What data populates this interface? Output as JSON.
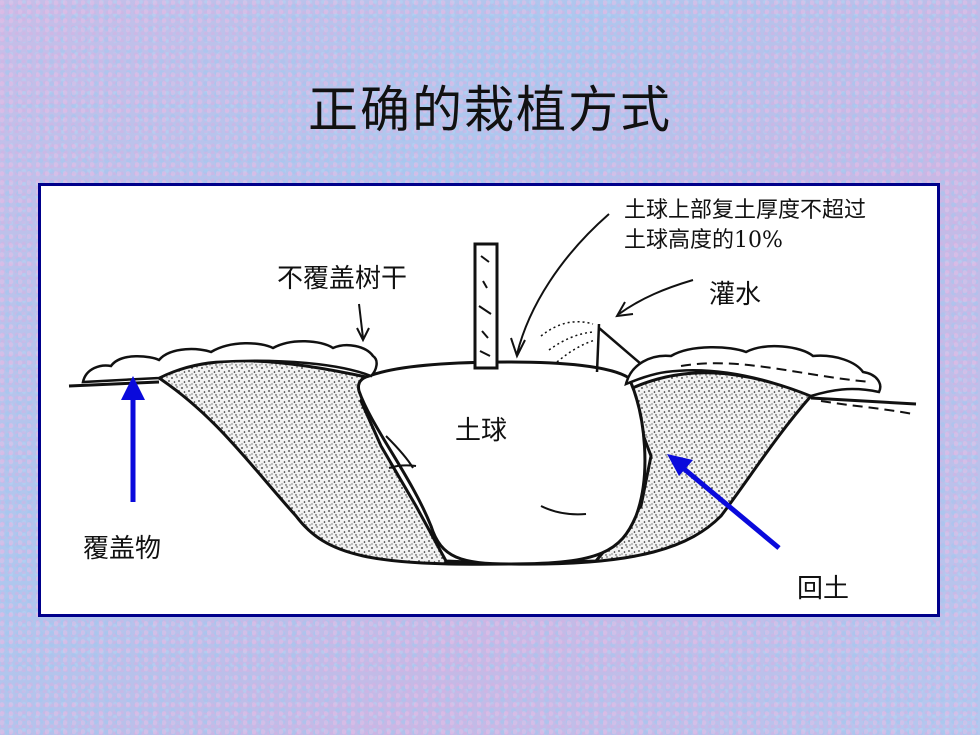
{
  "slide": {
    "title": "正确的栽植方式"
  },
  "diagram": {
    "labels": {
      "depth_line1": "土球上部复土厚度不超过",
      "depth_line2": "土球高度的10%",
      "no_cover_trunk": "不覆盖树干",
      "watering": "灌水",
      "root_ball": "土球",
      "mulch": "覆盖物",
      "backfill": "回土"
    },
    "colors": {
      "panel_border": "#00008b",
      "arrow": "#0a0adc",
      "ink": "#111111"
    }
  }
}
